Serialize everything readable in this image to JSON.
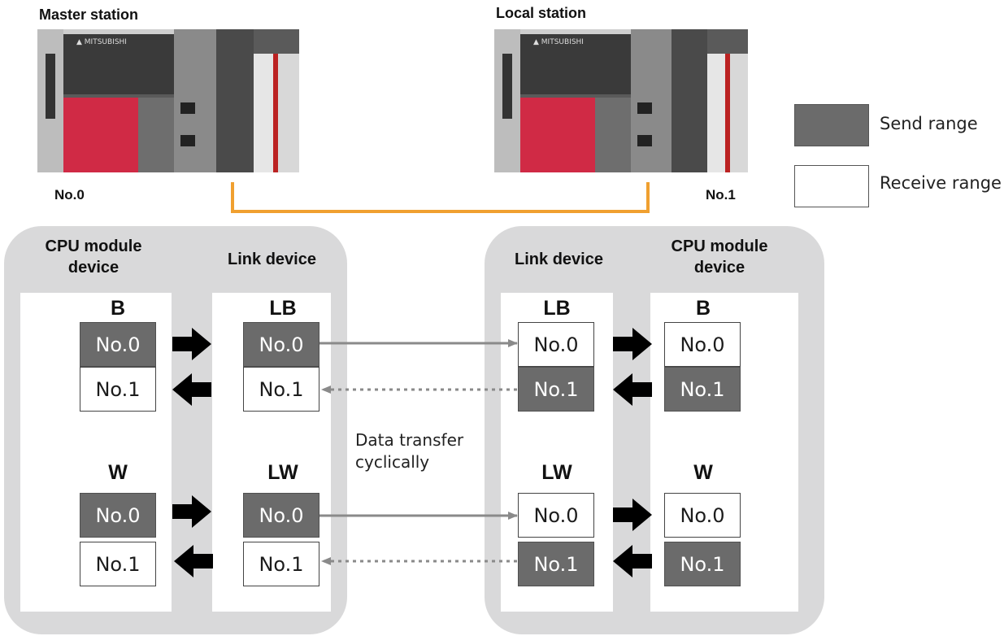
{
  "stations": {
    "master": {
      "title": "Master station",
      "number": "No.0"
    },
    "local": {
      "title": "Local station",
      "number": "No.1"
    }
  },
  "legend": {
    "send_label": "Send range",
    "receive_label": "Receive range"
  },
  "colors": {
    "send": "#6b6b6b",
    "receive": "#ffffff",
    "panel": "#d9d9da",
    "cable": "#f0a030",
    "plc_red": "#d02a45"
  },
  "master_panel": {
    "cpu_header": "CPU module device",
    "link_header": "Link device",
    "cpu_bit": "B",
    "cpu_word": "W",
    "link_bit": "LB",
    "link_word": "LW",
    "rows": [
      "No.0",
      "No.1"
    ]
  },
  "local_panel": {
    "link_header": "Link device",
    "cpu_header": "CPU module device",
    "link_bit": "LB",
    "link_word": "LW",
    "cpu_bit": "B",
    "cpu_word": "W",
    "rows": [
      "No.0",
      "No.1"
    ]
  },
  "transfer_note": "Data transfer cyclically"
}
